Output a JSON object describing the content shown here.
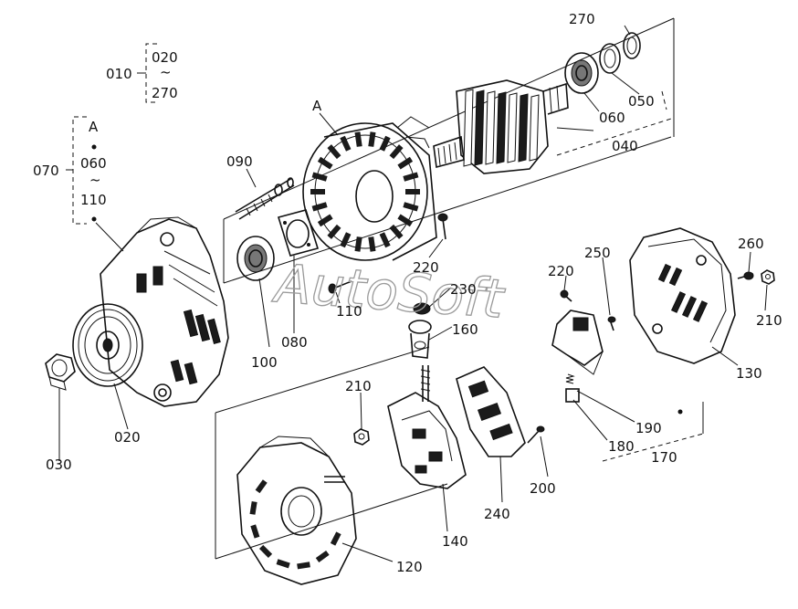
{
  "watermark": "AutoSoft",
  "callouts": {
    "c010": "010",
    "c020_range_top": "020",
    "c270_range_bottom": "270",
    "c070": "070",
    "cA_group": "A",
    "c060_group": "060",
    "c110_group": "110",
    "tilde1": "~",
    "tilde2": "~",
    "cA_stator": "A",
    "c090": "090",
    "c100": "100",
    "c080": "080",
    "c110": "110",
    "c220a": "220",
    "c230": "230",
    "c160": "160",
    "c040": "040",
    "c060": "060",
    "c050": "050",
    "c270": "270",
    "c220b": "220",
    "c250": "250",
    "c260": "260",
    "c210a": "210",
    "c130": "130",
    "c210b": "210",
    "c190": "190",
    "c180": "180",
    "c170": "170",
    "c200": "200",
    "c240": "240",
    "c140": "140",
    "c120": "120",
    "c030": "030",
    "c020": "020"
  }
}
